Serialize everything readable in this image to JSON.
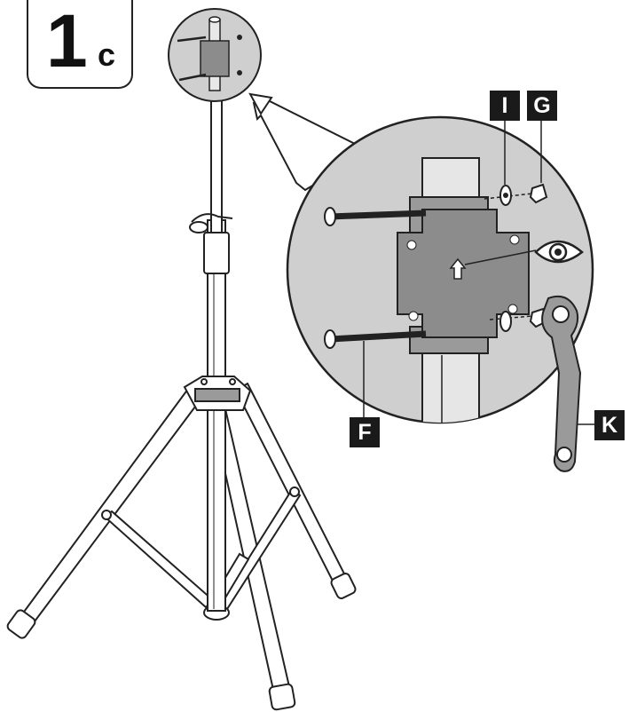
{
  "step": {
    "number": "1",
    "sub": "c"
  },
  "parts": {
    "I": "I",
    "G": "G",
    "F": "F",
    "K": "K"
  },
  "icons": [
    "eye-icon",
    "arrow-up-icon",
    "pointer-arrow-icon"
  ],
  "colors": {
    "ink": "#1a1a1a",
    "plate": "#8c8c8c",
    "detail_bg": "#cfcfcf",
    "outline": "#222222"
  }
}
